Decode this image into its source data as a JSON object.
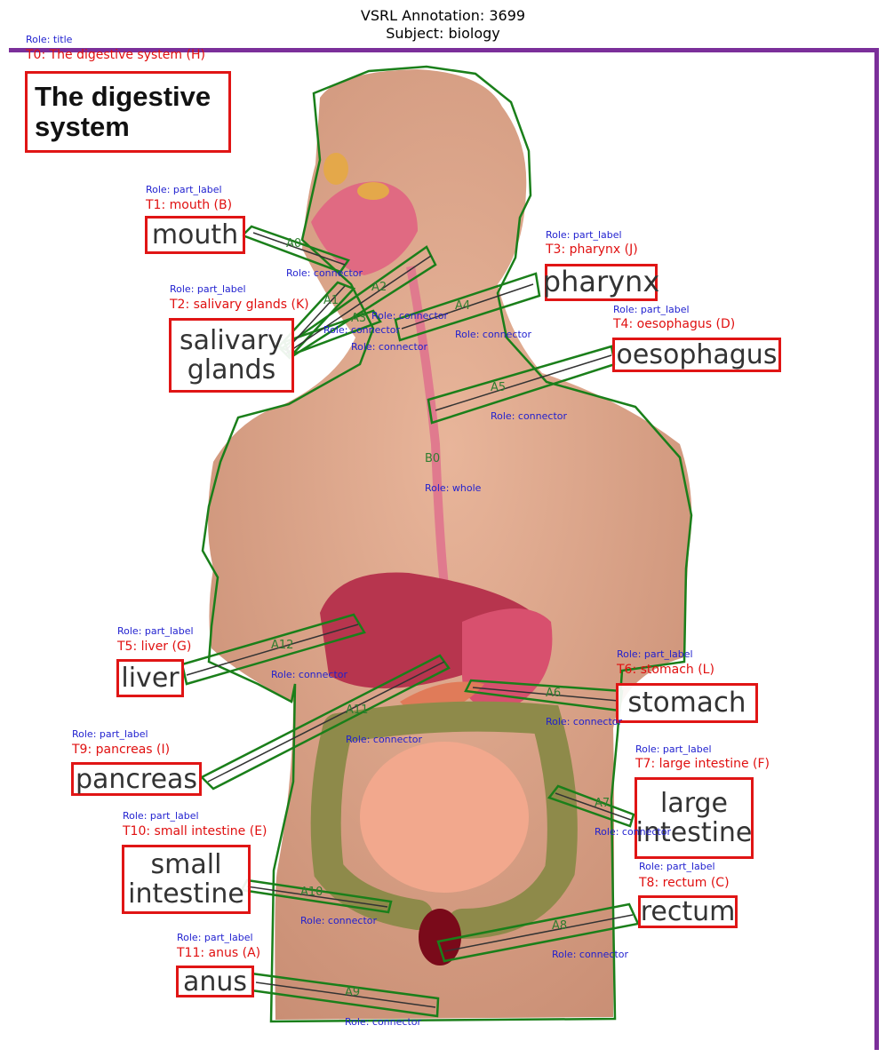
{
  "header": {
    "line1": "VSRL Annotation: 3699",
    "line2": "Subject: biology"
  },
  "colors": {
    "frame": "#7b2f9a",
    "text_box": "#e01515",
    "connector": "#1a7f1a",
    "role": "#1f1fcf"
  },
  "text_labels": [
    {
      "id": "T0",
      "role": "Role: title",
      "label": "T0: The digestive system (H)",
      "box_text": "The digestive system"
    },
    {
      "id": "T1",
      "role": "Role: part_label",
      "label": "T1: mouth (B)",
      "box_text": "mouth"
    },
    {
      "id": "T2",
      "role": "Role: part_label",
      "label": "T2: salivary glands (K)",
      "box_text": "salivary glands"
    },
    {
      "id": "T3",
      "role": "Role: part_label",
      "label": "T3: pharynx (J)",
      "box_text": "pharynx"
    },
    {
      "id": "T4",
      "role": "Role: part_label",
      "label": "T4: oesophagus (D)",
      "box_text": "oesophagus"
    },
    {
      "id": "T5",
      "role": "Role: part_label",
      "label": "T5: liver (G)",
      "box_text": "liver"
    },
    {
      "id": "T6",
      "role": "Role: part_label",
      "label": "T6: stomach (L)",
      "box_text": "stomach"
    },
    {
      "id": "T7",
      "role": "Role: part_label",
      "label": "T7: large intestine (F)",
      "box_text": "large intestine"
    },
    {
      "id": "T8",
      "role": "Role: part_label",
      "label": "T8: rectum (C)",
      "box_text": "rectum"
    },
    {
      "id": "T9",
      "role": "Role: part_label",
      "label": "T9: pancreas (I)",
      "box_text": "pancreas"
    },
    {
      "id": "T10",
      "role": "Role: part_label",
      "label": "T10: small intestine (E)",
      "box_text": "small intestine"
    },
    {
      "id": "T11",
      "role": "Role: part_label",
      "label": "T11: anus (A)",
      "box_text": "anus"
    }
  ],
  "connectors": [
    {
      "id": "A0",
      "role": "Role: connector"
    },
    {
      "id": "A1",
      "role": "Role: connector"
    },
    {
      "id": "A2",
      "role": "Role: connector"
    },
    {
      "id": "A3",
      "role": "Role: connector"
    },
    {
      "id": "A4",
      "role": "Role: connector"
    },
    {
      "id": "A5",
      "role": "Role: connector"
    },
    {
      "id": "A6",
      "role": "Role: connector"
    },
    {
      "id": "A7",
      "role": "Role: connector"
    },
    {
      "id": "A8",
      "role": "Role: connector"
    },
    {
      "id": "A9",
      "role": "Role: connector"
    },
    {
      "id": "A10",
      "role": "Role: connector"
    },
    {
      "id": "A11",
      "role": "Role: connector"
    },
    {
      "id": "A12",
      "role": "Role: connector"
    }
  ],
  "blob": {
    "id": "B0",
    "role": "Role: whole"
  }
}
